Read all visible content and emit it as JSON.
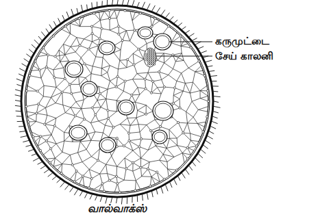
{
  "diagram": {
    "caption": "வால்வாக்ஸ்",
    "labels": [
      "கருமுட்டை",
      "சேய் காலனி"
    ]
  }
}
